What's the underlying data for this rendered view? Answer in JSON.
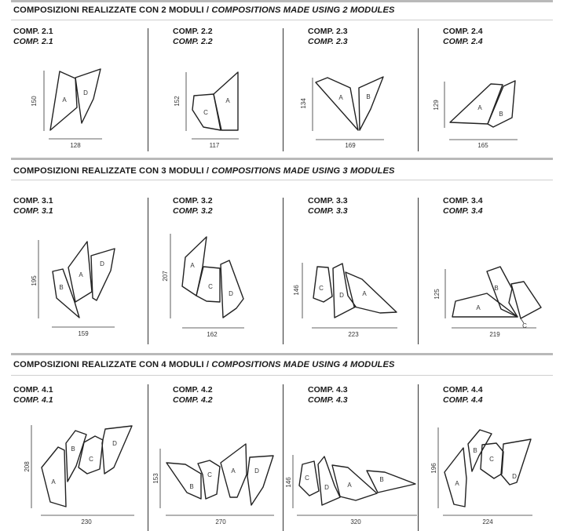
{
  "sections": [
    {
      "title_it": "COMPOSIZIONI REALIZZATE CON 2 MODULI",
      "separator": " / ",
      "title_en": "COMPOSITIONS MADE USING 2 MODULES",
      "comps": [
        {
          "it": "COMP. 2.1",
          "en": "COMP. 2.1",
          "w": "128",
          "h": "150",
          "pieces": [
            "A",
            "D"
          ]
        },
        {
          "it": "COMP. 2.2",
          "en": "COMP. 2.2",
          "w": "117",
          "h": "152",
          "pieces": [
            "C",
            "A"
          ]
        },
        {
          "it": "COMP. 2.3",
          "en": "COMP. 2.3",
          "w": "169",
          "h": "134",
          "pieces": [
            "A",
            "B"
          ]
        },
        {
          "it": "COMP. 2.4",
          "en": "COMP. 2.4",
          "w": "165",
          "h": "129",
          "pieces": [
            "A",
            "B"
          ]
        }
      ]
    },
    {
      "title_it": "COMPOSIZIONI REALIZZATE CON 3 MODULI",
      "separator": " / ",
      "title_en": "COMPOSITIONS MADE USING 3 MODULES",
      "comps": [
        {
          "it": "COMP. 3.1",
          "en": "COMP. 3.1",
          "w": "159",
          "h": "195",
          "pieces": [
            "B",
            "A",
            "D"
          ]
        },
        {
          "it": "COMP. 3.2",
          "en": "COMP. 3.2",
          "w": "162",
          "h": "207",
          "pieces": [
            "A",
            "C",
            "D"
          ]
        },
        {
          "it": "COMP. 3.3",
          "en": "COMP. 3.3",
          "w": "223",
          "h": "146",
          "pieces": [
            "C",
            "D",
            "A"
          ]
        },
        {
          "it": "COMP. 3.4",
          "en": "COMP. 3.4",
          "w": "219",
          "h": "125",
          "pieces": [
            "A",
            "B",
            "C"
          ]
        }
      ]
    },
    {
      "title_it": "COMPOSIZIONI REALIZZATE CON 4 MODULI",
      "separator": " / ",
      "title_en": "COMPOSITIONS MADE USING 4 MODULES",
      "comps": [
        {
          "it": "COMP. 4.1",
          "en": "COMP. 4.1",
          "w": "230",
          "h": "208",
          "pieces": [
            "A",
            "B",
            "C",
            "D"
          ]
        },
        {
          "it": "COMP. 4.2",
          "en": "COMP. 4.2",
          "w": "270",
          "h": "153",
          "pieces": [
            "B",
            "C",
            "A",
            "D"
          ]
        },
        {
          "it": "COMP. 4.3",
          "en": "COMP. 4.3",
          "w": "320",
          "h": "146",
          "pieces": [
            "C",
            "D",
            "A",
            "B"
          ]
        },
        {
          "it": "COMP. 4.4",
          "en": "COMP. 4.4",
          "w": "224",
          "h": "196",
          "pieces": [
            "A",
            "B",
            "C",
            "D"
          ]
        }
      ]
    }
  ]
}
